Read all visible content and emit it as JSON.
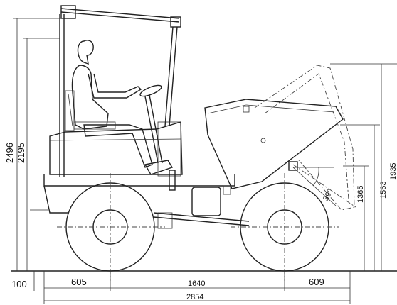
{
  "dimensions": {
    "overall_height_with_rops": "2496",
    "height_to_canopy": "2195",
    "ground_clearance_rear": "100",
    "rear_overhang": "605",
    "wheelbase": "1640",
    "front_overhang": "609",
    "overall_length": "2854",
    "max_tip_height": "1935",
    "skip_pivot_height_raised": "1563",
    "discharge_height": "1365",
    "tip_angle": "39°"
  }
}
